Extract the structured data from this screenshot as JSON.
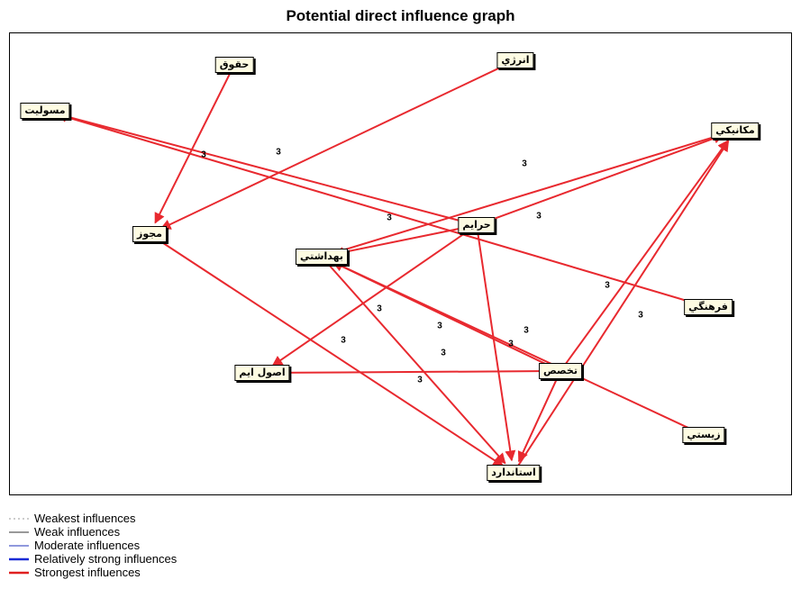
{
  "title": "Potential direct influence graph",
  "nodes": [
    {
      "id": "haqq",
      "label": "حقوق"
    },
    {
      "id": "energy",
      "label": "انرژي"
    },
    {
      "id": "masul",
      "label": "مسوليت"
    },
    {
      "id": "mekan",
      "label": "مكانيكي"
    },
    {
      "id": "mojavv",
      "label": "مجوز"
    },
    {
      "id": "harim",
      "label": "حرايم"
    },
    {
      "id": "behdasht",
      "label": "بهداشتي"
    },
    {
      "id": "farhang",
      "label": "فرهنگي"
    },
    {
      "id": "takhas",
      "label": "تخصص"
    },
    {
      "id": "osul",
      "label": "اصول ايم"
    },
    {
      "id": "zist",
      "label": "زيستي"
    },
    {
      "id": "stand",
      "label": "استاندارد"
    }
  ],
  "edges": [
    {
      "from": "haqq",
      "to": "mojavv",
      "weight": ""
    },
    {
      "from": "energy",
      "to": "mojavv",
      "weight": ""
    },
    {
      "from": "harim",
      "to": "masul",
      "weight": "3"
    },
    {
      "from": "farhang",
      "to": "masul",
      "weight": "3"
    },
    {
      "from": "mojavv",
      "to": "stand",
      "weight": "3"
    },
    {
      "from": "harim",
      "to": "mekan",
      "weight": "3"
    },
    {
      "from": "harim",
      "to": "behdasht",
      "weight": "3"
    },
    {
      "from": "behdasht",
      "to": "mekan",
      "weight": "3"
    },
    {
      "from": "harim",
      "to": "osul",
      "weight": "3"
    },
    {
      "from": "harim",
      "to": "stand",
      "weight": "3"
    },
    {
      "from": "behdasht",
      "to": "stand",
      "weight": "3"
    },
    {
      "from": "takhas",
      "to": "behdasht",
      "weight": "3"
    },
    {
      "from": "zist",
      "to": "behdasht",
      "weight": "3"
    },
    {
      "from": "takhas",
      "to": "osul",
      "weight": ""
    },
    {
      "from": "takhas",
      "to": "mekan",
      "weight": "3"
    },
    {
      "from": "stand",
      "to": "mekan",
      "weight": "3"
    },
    {
      "from": "takhas",
      "to": "stand",
      "weight": "3"
    }
  ],
  "legend": [
    {
      "label": "Weakest influences",
      "color": "#999999",
      "style": "dotted"
    },
    {
      "label": "Weak influences",
      "color": "#333333",
      "style": "thin"
    },
    {
      "label": "Moderate influences",
      "color": "#2233bb",
      "style": "thin"
    },
    {
      "label": "Relatively strong influences",
      "color": "#1a2bd6",
      "style": "thick"
    },
    {
      "label": "Strongest influences",
      "color": "#e02020",
      "style": "thick"
    }
  ],
  "edge_color": "#e8292f"
}
